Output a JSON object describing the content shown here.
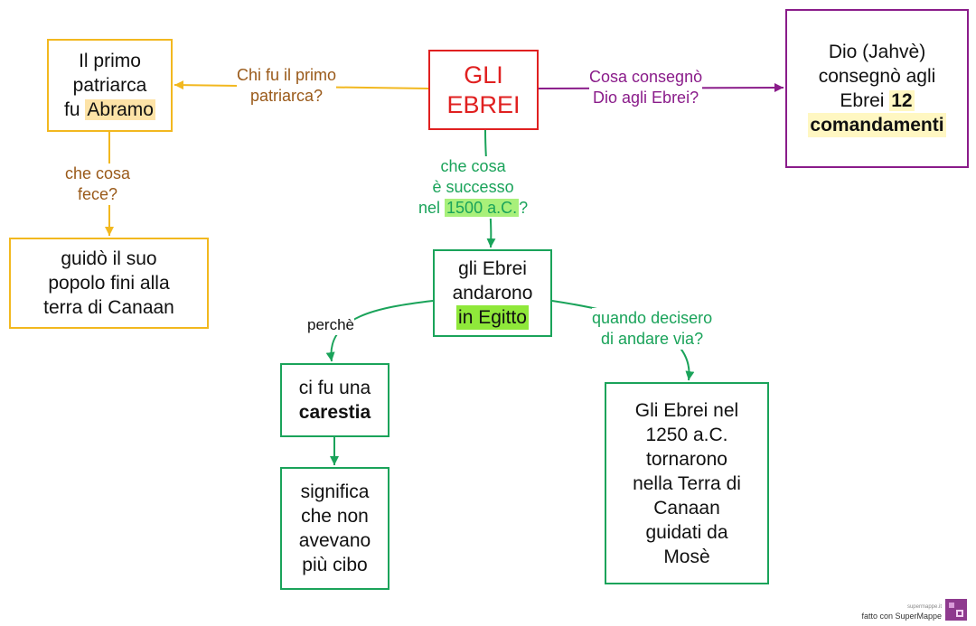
{
  "root": {
    "line1": "GLI",
    "line2": "EBREI"
  },
  "nodes": {
    "abramo": {
      "l1": "Il primo",
      "l2": "patriarca",
      "l3a": "fu ",
      "l3b": "Abramo"
    },
    "canaan": {
      "l1": "guidò il suo",
      "l2": "popolo fini alla",
      "l3": "terra di Canaan"
    },
    "dio": {
      "l1": "Dio (Jahvè)",
      "l2": "consegnò agli",
      "l3a": "Ebrei ",
      "l3b": "12",
      "l4": "comandamenti"
    },
    "egitto": {
      "l1": "gli Ebrei",
      "l2": "andarono",
      "l3": " in Egitto"
    },
    "carestia": {
      "l1": "ci fu una",
      "l2": "carestia"
    },
    "cibo": {
      "l1": "significa",
      "l2": "che non",
      "l3": "avevano",
      "l4": " più cibo"
    },
    "mose": {
      "l1": "Gli Ebrei nel",
      "l2": "1250 a.C.",
      "l3": "tornarono",
      "l4": "nella Terra di",
      "l5": "Canaan",
      "l6": "guidati da",
      "l7": "Mosè"
    }
  },
  "labels": {
    "primo": {
      "l1": "Chi fu il primo",
      "l2": "patriarca?"
    },
    "fece": {
      "l1": "che cosa",
      "l2": "fece?"
    },
    "consegno": {
      "l1": "Cosa consegnò",
      "l2": "Dio agli Ebrei?"
    },
    "successo": {
      "l1": "che cosa",
      "l2": "è successo",
      "l3a": "nel ",
      "l3b": "1500 a.C.",
      "l3c": "?"
    },
    "perche": "perchè",
    "via": {
      "l1": "quando decisero",
      "l2": "di andare via?"
    }
  },
  "footer": {
    "small": "supermappe.it",
    "text": "fatto con SuperMappe"
  },
  "colors": {
    "root": "#e02020",
    "orange": "#f2b81f",
    "orange_text": "#9a5a1a",
    "purple": "#8a1c8a",
    "green": "#1aa35a"
  }
}
